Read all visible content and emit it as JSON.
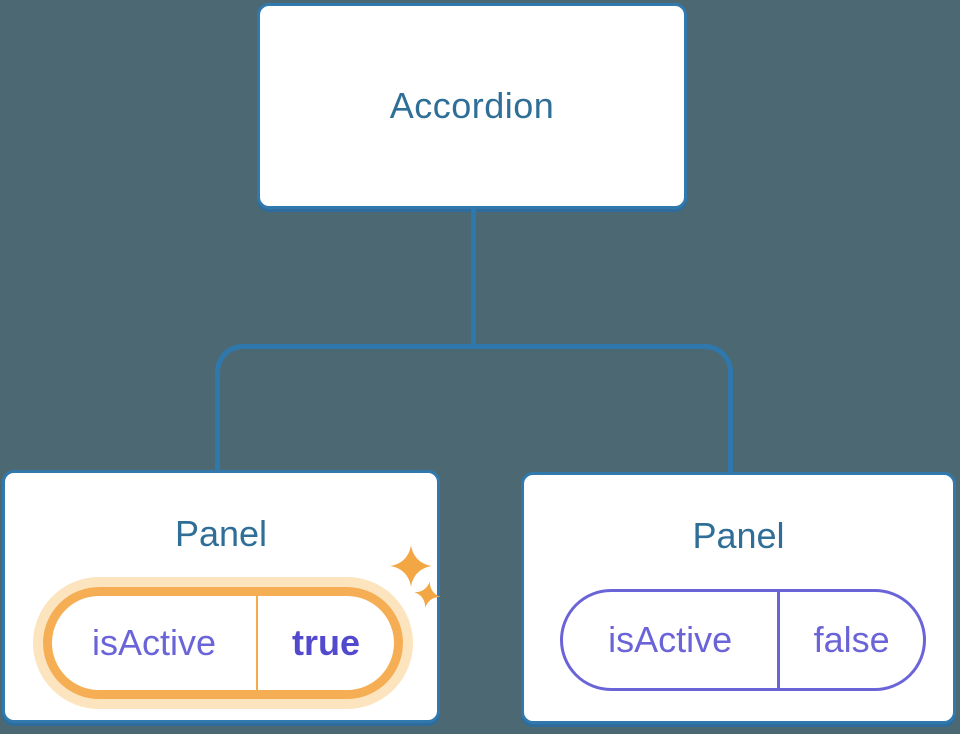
{
  "tree": {
    "root": {
      "label": "Accordion"
    },
    "children": [
      {
        "title": "Panel",
        "prop_name": "isActive",
        "prop_value": "true",
        "highlighted": true
      },
      {
        "title": "Panel",
        "prop_name": "isActive",
        "prop_value": "false",
        "highlighted": false
      }
    ]
  },
  "colors": {
    "background": "#4C6973",
    "node_fill": "#FFFFFF",
    "node_border": "#3179AD",
    "node_border_shadow": "#2E6C9D",
    "connector": "#2E78AD",
    "node_text": "#2F6E96",
    "prop_text": "#6A64D8",
    "prop_value_bold": "#5349CE",
    "highlight_ring": "#F6AE55",
    "highlight_glow": "#FCE4BE",
    "highlight_divider": "#F3AC4C",
    "sparkle": "#F2A644"
  }
}
